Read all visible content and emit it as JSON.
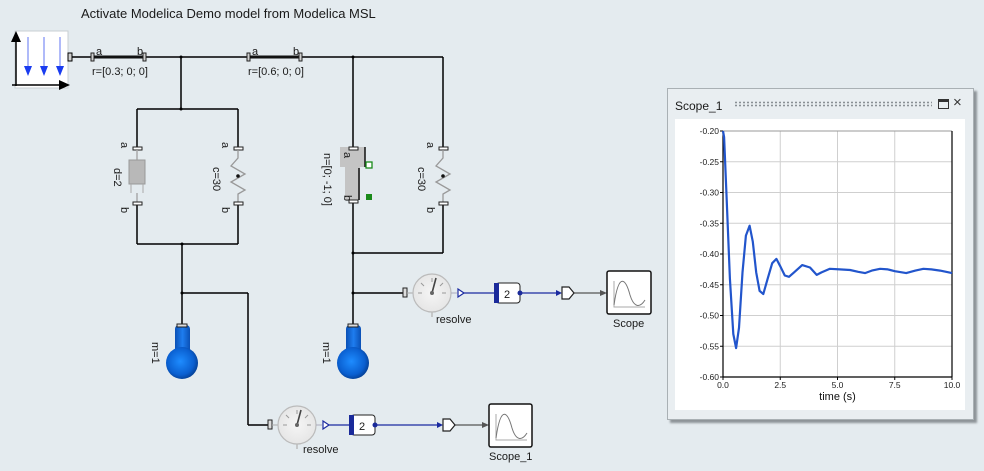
{
  "diagram": {
    "title": "Activate Modelica Demo model from Modelica MSL",
    "world": {
      "icon": "world-gravity-icon"
    },
    "bar1": {
      "param": "r=[0.3; 0; 0]",
      "port_a": "a",
      "port_b": "b"
    },
    "bar2": {
      "param": "r=[0.6; 0; 0]",
      "port_a": "a",
      "port_b": "b"
    },
    "damper": {
      "param": "d=2",
      "port_a": "a",
      "port_b": "b"
    },
    "spring1": {
      "param": "c=30",
      "port_a": "a",
      "port_b": "b"
    },
    "prismatic": {
      "param": "n=[0; -1; 0]",
      "port_a": "a",
      "port_b": "b"
    },
    "spring2": {
      "param": "c=30",
      "port_a": "a",
      "port_b": "b"
    },
    "mass1": {
      "param": "m=1"
    },
    "mass2": {
      "param": "m=1"
    },
    "sensor1": {
      "label": "resolve"
    },
    "sensor2": {
      "label": "resolve"
    },
    "extract1": {
      "value": "2"
    },
    "extract2": {
      "value": "2"
    },
    "scope1": {
      "label": "Scope"
    },
    "scope2": {
      "label": "Scope_1"
    }
  },
  "scope_window": {
    "title": "Scope_1",
    "buttons": {
      "maximize": "maximize-icon",
      "close": "×"
    }
  },
  "chart_data": {
    "type": "line",
    "title": "",
    "xlabel": "time (s)",
    "ylabel": "",
    "xlim": [
      0,
      10
    ],
    "ylim": [
      -0.6,
      -0.2
    ],
    "grid": true,
    "xticks": [
      "0.0",
      "2.5",
      "5.0",
      "7.5",
      "10.0"
    ],
    "yticks": [
      "-0.20",
      "-0.25",
      "-0.30",
      "-0.35",
      "-0.40",
      "-0.45",
      "-0.50",
      "-0.55",
      "-0.60"
    ],
    "series": [
      {
        "name": "Scope_1",
        "color": "#2255cc",
        "x": [
          0,
          0.05,
          0.15,
          0.3,
          0.45,
          0.57,
          0.7,
          0.85,
          1.0,
          1.16,
          1.3,
          1.45,
          1.6,
          1.76,
          1.95,
          2.15,
          2.33,
          2.5,
          2.7,
          2.88,
          3.1,
          3.46,
          3.8,
          4.09,
          4.3,
          4.67,
          5.1,
          5.55,
          5.9,
          6.2,
          6.5,
          6.86,
          7.2,
          7.5,
          8.0,
          8.4,
          8.75,
          9.1,
          9.48,
          10.0
        ],
        "y": [
          -0.2,
          -0.21,
          -0.3,
          -0.44,
          -0.53,
          -0.553,
          -0.52,
          -0.43,
          -0.37,
          -0.354,
          -0.38,
          -0.43,
          -0.46,
          -0.465,
          -0.44,
          -0.415,
          -0.408,
          -0.42,
          -0.435,
          -0.437,
          -0.43,
          -0.418,
          -0.422,
          -0.434,
          -0.43,
          -0.424,
          -0.425,
          -0.426,
          -0.429,
          -0.431,
          -0.427,
          -0.424,
          -0.425,
          -0.428,
          -0.431,
          -0.427,
          -0.424,
          -0.425,
          -0.427,
          -0.431
        ]
      }
    ]
  }
}
